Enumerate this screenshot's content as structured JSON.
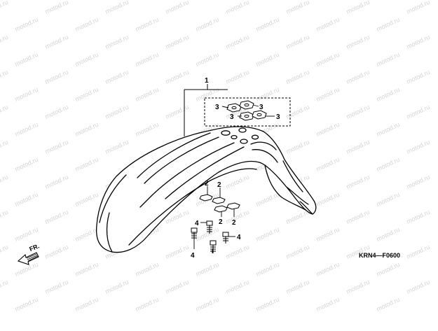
{
  "watermark": {
    "text": "motod.ru"
  },
  "diagram": {
    "code": "KRN4—F0600",
    "direction_label": "FR.",
    "callouts": {
      "main": "1",
      "clip_a": "3",
      "clip_b": "3",
      "clip_c": "3",
      "clip_d": "3",
      "washer_a": "2",
      "washer_b": "2",
      "washer_c": "2",
      "washer_d": "2",
      "bolt_a": "4",
      "bolt_b": "4",
      "bolt_c": "4"
    }
  },
  "colors": {
    "line": "#000000",
    "background": "#ffffff",
    "watermark": "#d4d4d4"
  }
}
